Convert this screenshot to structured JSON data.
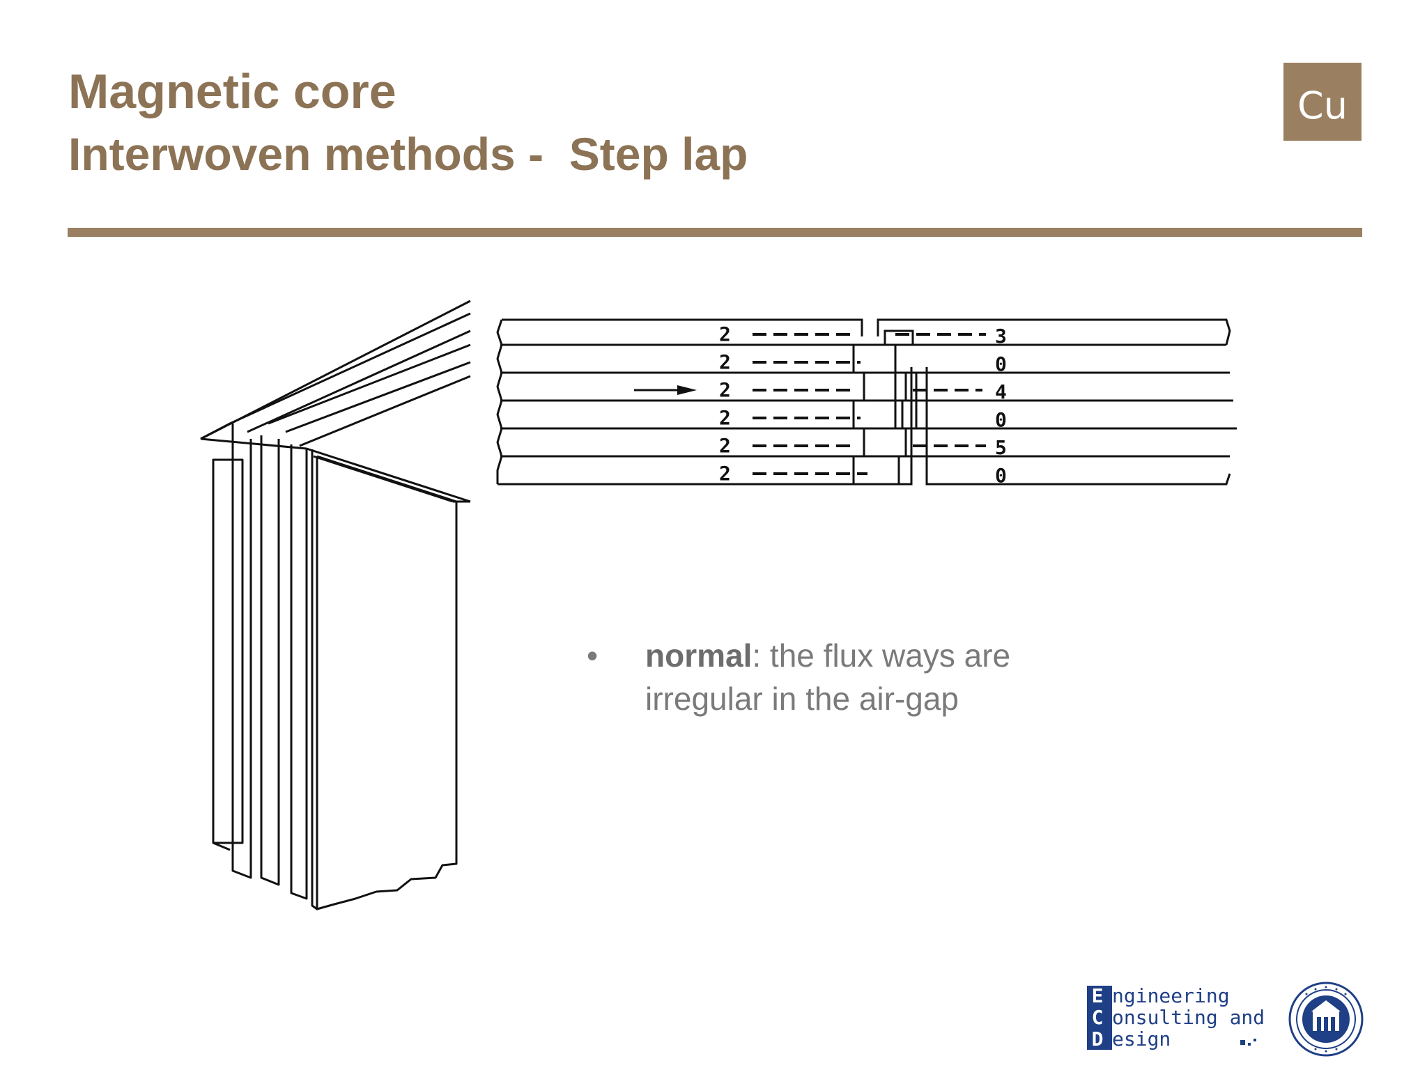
{
  "header": {
    "title": "Magnetic core",
    "subtitle": "Interwoven methods -  Step lap",
    "badge": "Cu"
  },
  "diagram": {
    "lap_labels_left": [
      "2",
      "2",
      "2",
      "2",
      "2",
      "2"
    ],
    "lap_labels_right": [
      "3",
      "0",
      "4",
      "0",
      "5",
      "0"
    ]
  },
  "bullets": [
    {
      "term": "normal",
      "text": ": the flux ways are irregular in the air-gap"
    }
  ],
  "footer": {
    "logo_lines": [
      {
        "cap": "E",
        "rest": "ngineering"
      },
      {
        "cap": "C",
        "rest": "onsulting and"
      },
      {
        "cap": "D",
        "rest": "esign"
      }
    ]
  },
  "colors": {
    "accent": "#9a8060",
    "title": "#8c7355",
    "logo_blue": "#1f3f86"
  }
}
